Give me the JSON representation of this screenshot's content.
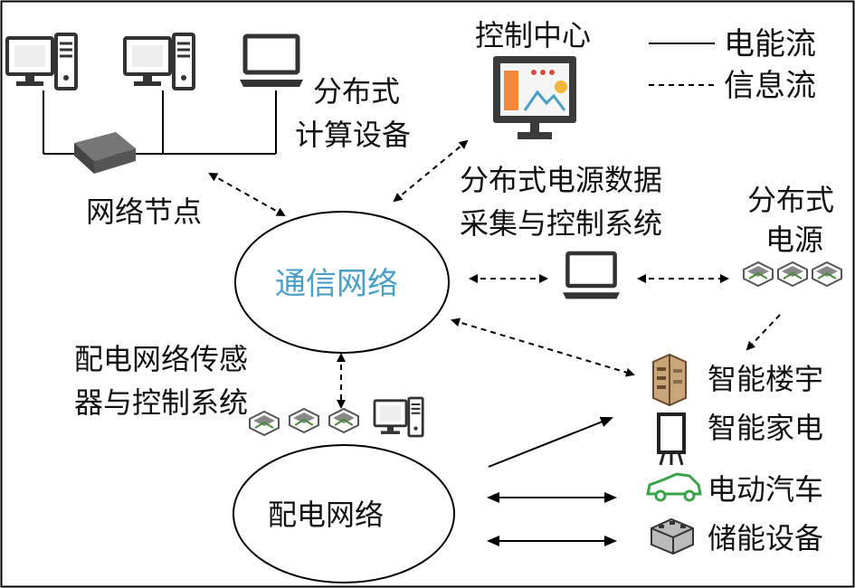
{
  "legend": {
    "power_flow": "电能流",
    "info_flow": "信息流"
  },
  "nodes": {
    "control_center": "控制中心",
    "distributed_computing": [
      "分布式",
      "计算设备"
    ],
    "network_node": "网络节点",
    "distributed_power_data": [
      "分布式电源数据",
      "采集与控制系统"
    ],
    "distributed_power": [
      "分布式",
      "电源"
    ],
    "comm_network": "通信网络",
    "sensor_system": [
      "配电网络传感",
      "器与控制系统"
    ],
    "distribution_network": "配电网络",
    "smart_building": "智能楼宇",
    "smart_appliance": "智能家电",
    "electric_vehicle": "电动汽车",
    "storage": "储能设备"
  },
  "icons": {
    "desktop": "desktop-computer-icon",
    "laptop": "laptop-icon",
    "switch": "network-switch-icon",
    "monitor": "control-monitor-icon",
    "panel": "power-panel-icon",
    "building": "building-icon",
    "appliance": "appliance-icon",
    "car": "car-icon",
    "battery": "battery-icon"
  },
  "colors": {
    "comm_network_text": "#4a9fc4",
    "car_icon": "#3aa34a",
    "monitor_screen": "#f08a3c"
  }
}
